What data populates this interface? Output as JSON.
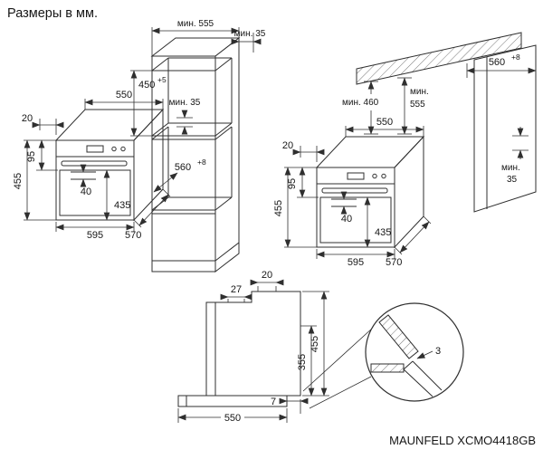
{
  "title": "Размеры в мм.",
  "model": "MAUNFELD XCMO4418GB",
  "column": {
    "min555": "мин. 555",
    "min35_top": "мин. 35",
    "niche_h": "450",
    "niche_h_tol": "+5",
    "min35_inner": "мин. 35",
    "niche_d": "560",
    "niche_d_tol": "+8"
  },
  "oven_left": {
    "d550": "550",
    "o20": "20",
    "h95": "95",
    "h455": "455",
    "h40": "40",
    "h435": "435",
    "w595": "595",
    "d570": "570"
  },
  "cabinet_right": {
    "d560": "560",
    "d560_tol": "+8",
    "min_word": "мин.",
    "v555": "555",
    "min460": "мин. 460",
    "min35_word": "мин.",
    "min35_val": "35"
  },
  "oven_right": {
    "d550": "550",
    "o20": "20",
    "h95": "95",
    "h455": "455",
    "h40": "40",
    "h435": "435",
    "w595": "595",
    "d570": "570"
  },
  "side_view": {
    "o20": "20",
    "o27": "27",
    "h455": "455",
    "h355": "355",
    "d550": "550",
    "g7": "7"
  },
  "detail": {
    "gap": "3"
  }
}
